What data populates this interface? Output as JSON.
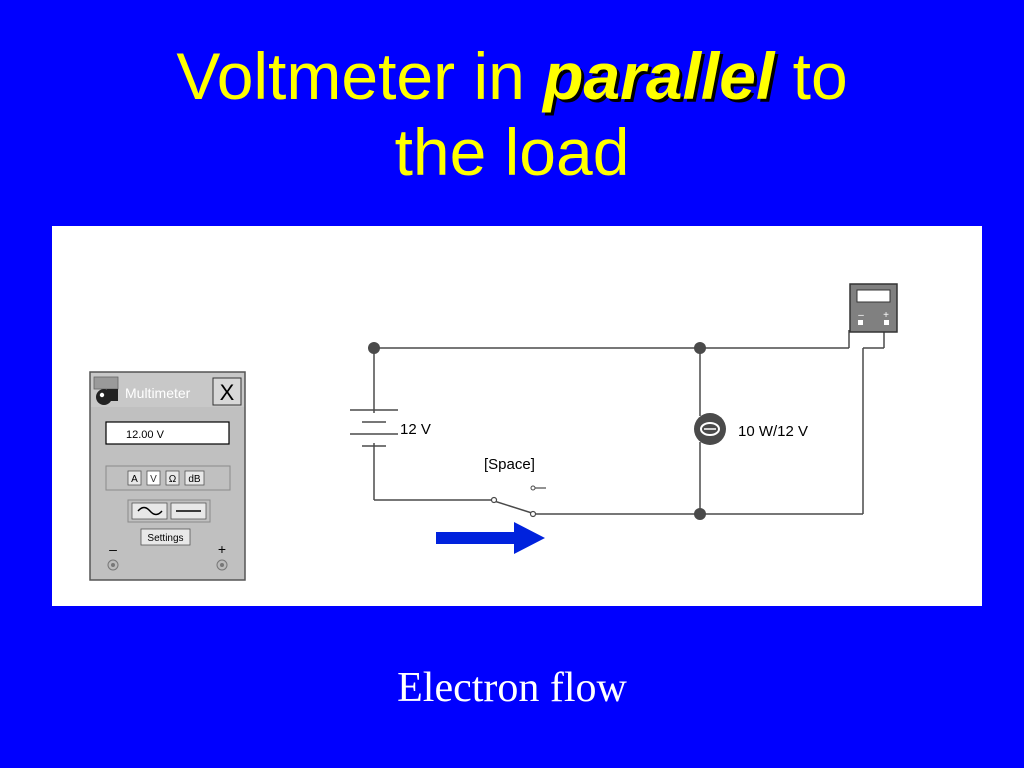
{
  "slide": {
    "title_part1": "Voltmeter in ",
    "title_emphasis": "parallel",
    "title_part2": " to",
    "title_line2": "the load",
    "caption": "Electron flow"
  },
  "multimeter": {
    "window_title": "Multimeter",
    "close_symbol": "X",
    "display_value": "12.00  V",
    "mode_buttons": [
      "A",
      "V",
      "Ω",
      "dB"
    ],
    "selected_mode": "V",
    "settings_label": "Settings",
    "minus_terminal": "–",
    "plus_terminal": "+"
  },
  "circuit": {
    "battery_label": "12 V",
    "switch_label": "[Space]",
    "lamp_label": "10 W/12 V",
    "meter_minus": "–",
    "meter_plus": "+"
  },
  "colors": {
    "background": "#0000ff",
    "title_text": "#ffff00",
    "caption_text": "#ffffff",
    "wire": "#4a4a4a",
    "arrow": "#0022dd",
    "window_frame": "#c0c0c0"
  }
}
